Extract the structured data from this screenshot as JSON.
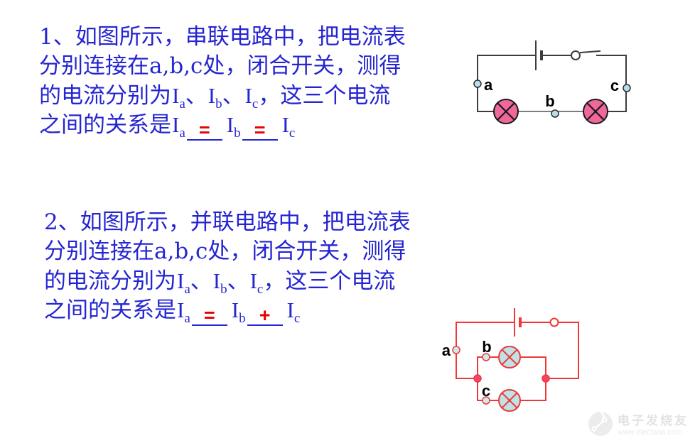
{
  "colors": {
    "text-blue": "#2525d2",
    "answer-red": "#e60000",
    "wire1": "#3d3d3d",
    "lamp1-fill": "#f0679c",
    "terminal1-fill": "#b9dded",
    "wire2": "#f03838",
    "lamp2-fill": "#bfe2e6",
    "terminal2-fill": "#cdeaee",
    "junction-fill": "#f4436e",
    "watermark-gray": "#e2e2e2"
  },
  "q1": {
    "line1": "1、如图所示，串联电路中，把电流表",
    "line2": "分别连接在a,b,c处，闭合开关，测得",
    "line3": [
      {
        "text": "的电流分别为"
      },
      {
        "i_sub": "a"
      },
      {
        "text": "、"
      },
      {
        "i_sub": "b"
      },
      {
        "text": "、"
      },
      {
        "i_sub": "c"
      },
      {
        "text": "，这三个电流"
      }
    ],
    "line4": [
      {
        "text": "之间的关系是"
      },
      {
        "i_sub": "a"
      },
      {
        "blank": "="
      },
      {
        "i_sub": "b"
      },
      {
        "blank": "="
      },
      {
        "i_sub": "c"
      }
    ]
  },
  "q2": {
    "line1": "2、如图所示，并联电路中，把电流表",
    "line2": "分别连接在a,b,c处，闭合开关，测得",
    "line3": [
      {
        "text": "的电流分别为"
      },
      {
        "i_sub": "a"
      },
      {
        "text": "、"
      },
      {
        "i_sub": "b"
      },
      {
        "text": "、"
      },
      {
        "i_sub": "c"
      },
      {
        "text": "，这三个电流"
      }
    ],
    "line4": [
      {
        "text": "之间的关系是"
      },
      {
        "i_sub": "a"
      },
      {
        "blank": "="
      },
      {
        "i_sub": "b"
      },
      {
        "blank": "+"
      },
      {
        "i_sub": "c"
      }
    ]
  },
  "circuit1": {
    "labels": {
      "a": "a",
      "b": "b",
      "c": "c"
    }
  },
  "circuit2": {
    "labels": {
      "a": "a",
      "b": "b",
      "c": "c"
    }
  },
  "watermark": {
    "brand": "电子发烧友",
    "url": "www.elecfans.com"
  }
}
